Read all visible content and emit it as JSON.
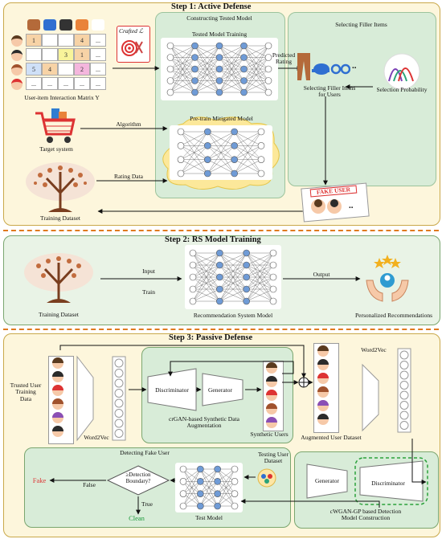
{
  "step1": {
    "title": "Step 1: Active Defense",
    "constructing_model": "Constructing Tested Model",
    "tested_model_training": "Tested Model Training",
    "pretrain_model": "Pre-train Mitigated Model",
    "selecting_filler_items": "Selecting Filler Items",
    "selecting_filler_for_users_1": "Selecting Filler Items",
    "selecting_filler_for_users_2": "for Users",
    "selection_probability": "Selection Probability",
    "predicted_rating_1": "Predicted",
    "predicted_rating_2": "Rating",
    "crafted": "Crafted",
    "crafted_symbol": "ℒ",
    "matrix_label": "User-item Interaction  Matrix Y",
    "target_system": "Target system",
    "algorithm": "Algorithm",
    "rating_data": "Rating Data",
    "training_dataset": "Training Dataset",
    "fake_user": "FAKE USER",
    "matrix_cells": [
      "1",
      "",
      "",
      "4",
      "...",
      "",
      "",
      "3",
      "1",
      "...",
      "5",
      "4",
      "",
      "2",
      "...",
      "...",
      "...",
      "...",
      "...",
      "..."
    ],
    "ellipsis": ".."
  },
  "step2": {
    "title": "Step 2: RS Model Training",
    "training_dataset": "Training Dataset",
    "input": "Input",
    "train": "Train",
    "output": "Output",
    "rs_model": "Recommendation System Model",
    "personalized": "Personalized Recommendations"
  },
  "step3": {
    "title": "Step 3: Passive Defense",
    "trusted_user_1": "Trusted User",
    "trusted_user_2": "Training",
    "trusted_user_3": "Data",
    "word2vec_left": "Word2Vec",
    "word2vec_right": "Word2Vec",
    "discriminator": "Discriminator",
    "generator": "Generator",
    "crgan_1": "crGAN-based Synthetic Data",
    "crgan_2": "Augmentation",
    "synthetic_users": "Synthetic Users",
    "augmented_dataset": "Augmented User Dataset",
    "detecting_fake_user": "Detecting Fake User",
    "detection_boundary_1": "≥Detection",
    "detection_boundary_2": "Boundary?",
    "fake": "Fake",
    "clean": "Clean",
    "false_label": "False",
    "true_label": "True",
    "test_model": "Test Model",
    "testing_user_1": "Testing User",
    "testing_user_2": "Dataset",
    "cwgan_generator": "Generator",
    "cwgan_discriminator": "Discriminator",
    "cwgan_1": "cWGAN-GP based Detection",
    "cwgan_2": "Model Construction",
    "oplus": "⊕"
  },
  "colors": {
    "step1_bg": "#fdf6dc",
    "panel_green": "#d8ecd8",
    "step_border": "#d98a2b",
    "node_blue": "#6f9bd6",
    "fake_red": "#d33",
    "clean_green": "#1a9a3a"
  }
}
